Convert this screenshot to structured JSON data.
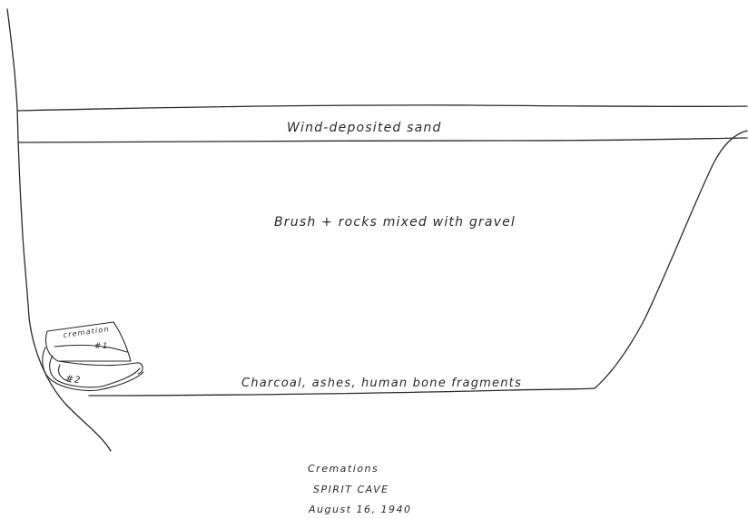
{
  "layers": {
    "sand": "Wind-deposited sand",
    "brush": "Brush + rocks mixed with gravel",
    "charcoal": "Charcoal, ashes, human bone fragments"
  },
  "cremations": {
    "first_label_line1": "cremation",
    "first_label_line2": "#1",
    "second_label": "#2"
  },
  "caption": {
    "title": "Cremations",
    "site": "SPIRIT CAVE",
    "date": "August 16, 1940"
  }
}
